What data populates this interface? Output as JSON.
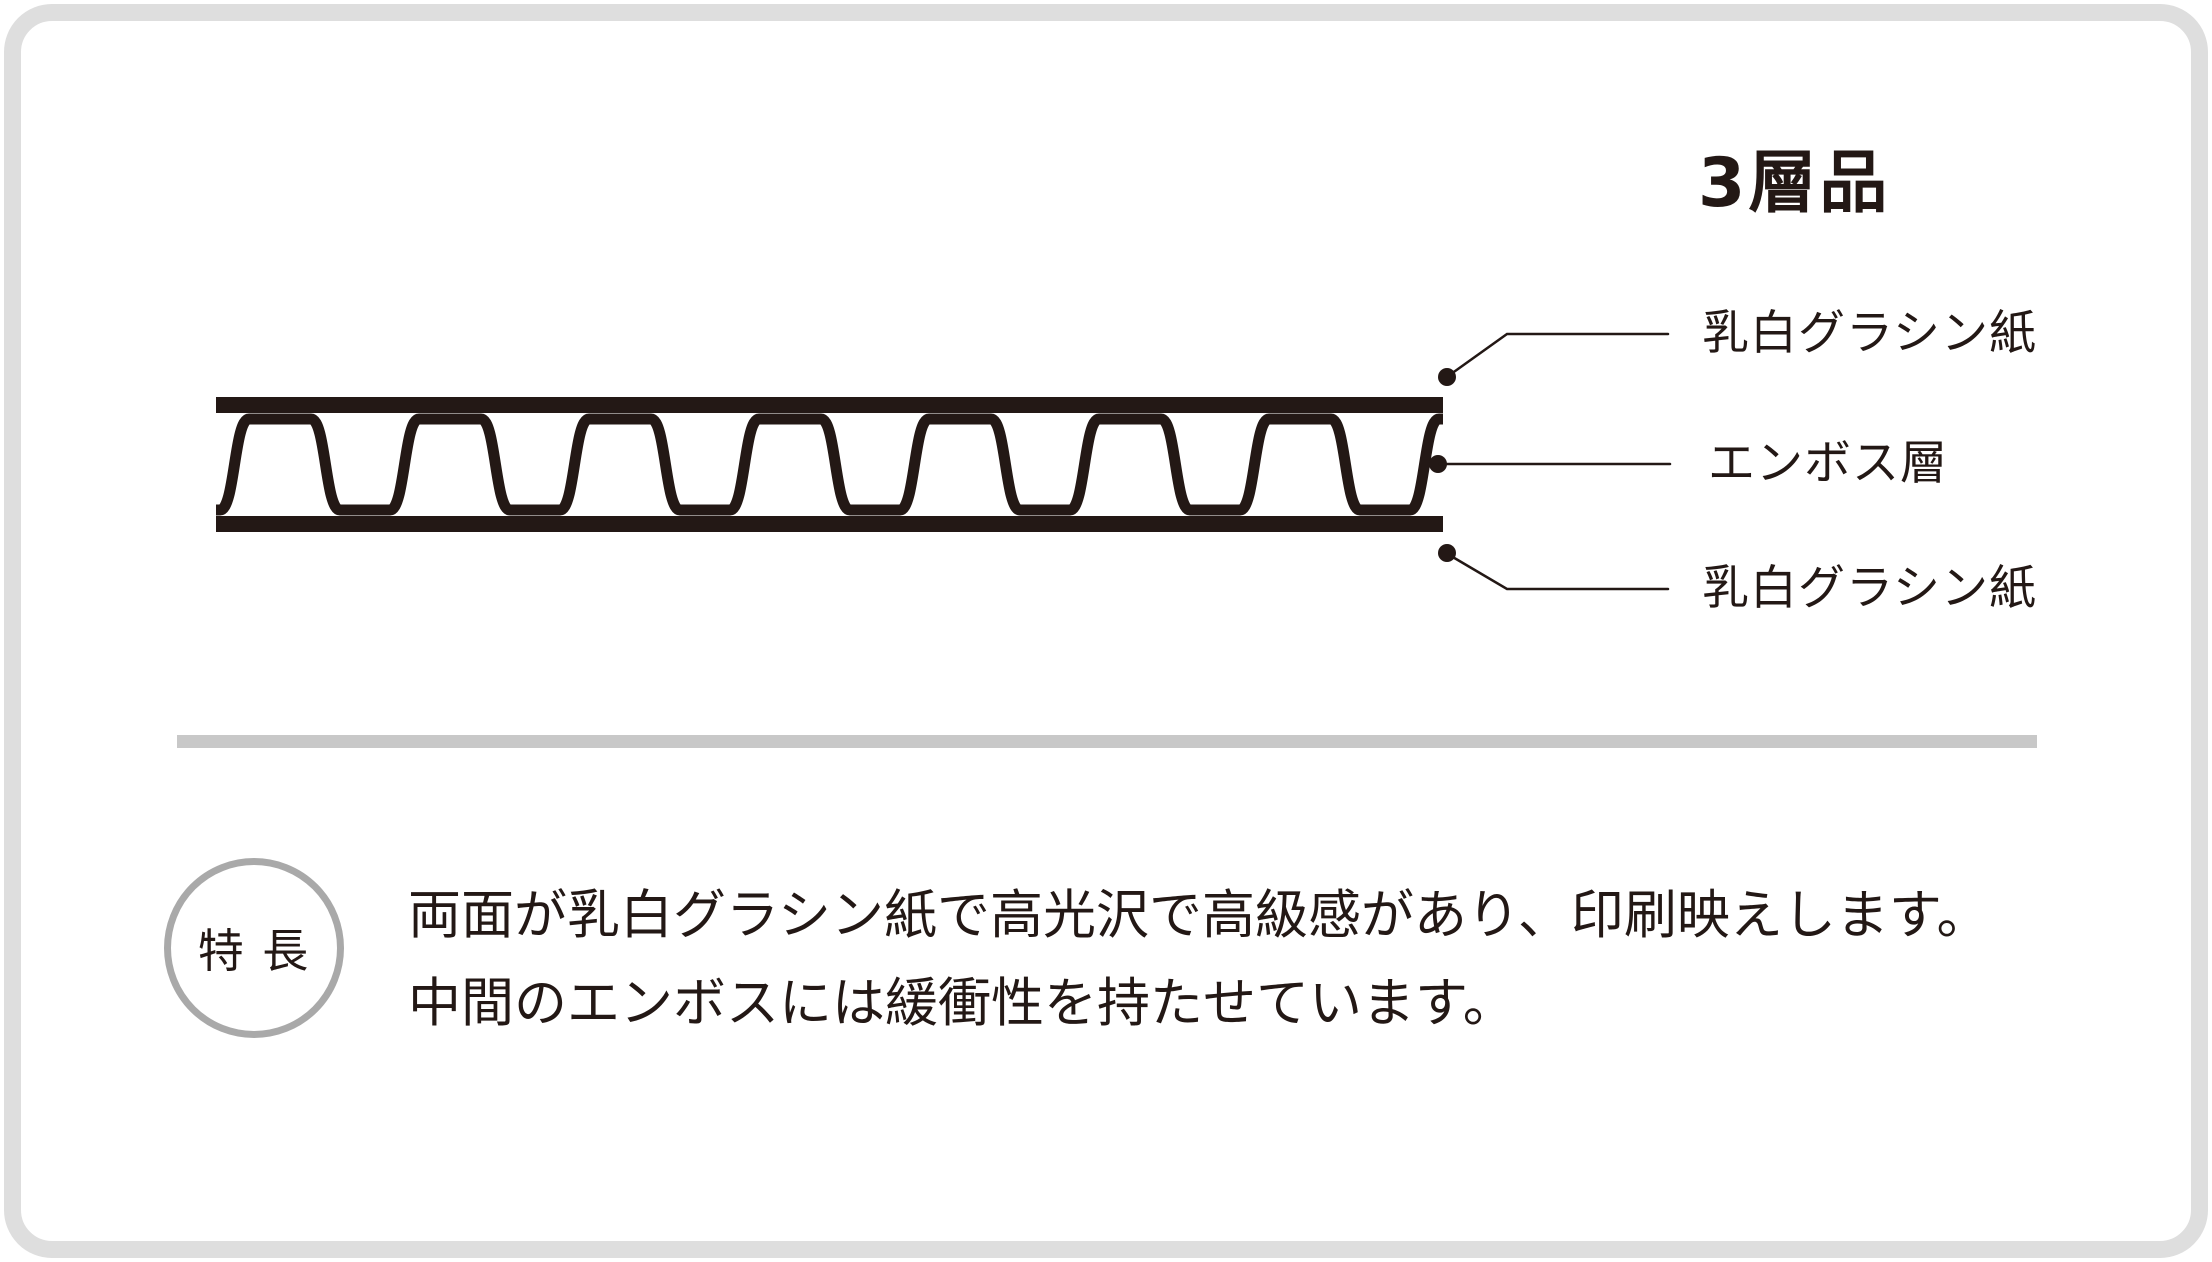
{
  "title": "3層品",
  "diagram": {
    "structure": "three-layer cross-section",
    "layers": [
      {
        "name": "top-sheet",
        "label": "乳白グラシン紙"
      },
      {
        "name": "emboss-core",
        "label": "エンボス層"
      },
      {
        "name": "bottom-sheet",
        "label": "乳白グラシン紙"
      }
    ]
  },
  "features": {
    "badge_label": "特 長",
    "line1": "両面が乳白グラシン紙で高光沢で高級感があり、印刷映えします。",
    "line2": "中間のエンボスには緩衝性を持たせています。"
  },
  "colors": {
    "ink": "#231815",
    "card_border": "#dedede",
    "divider": "#c8c8c8",
    "badge_ring": "#a9a9a9",
    "background": "#ffffff"
  }
}
